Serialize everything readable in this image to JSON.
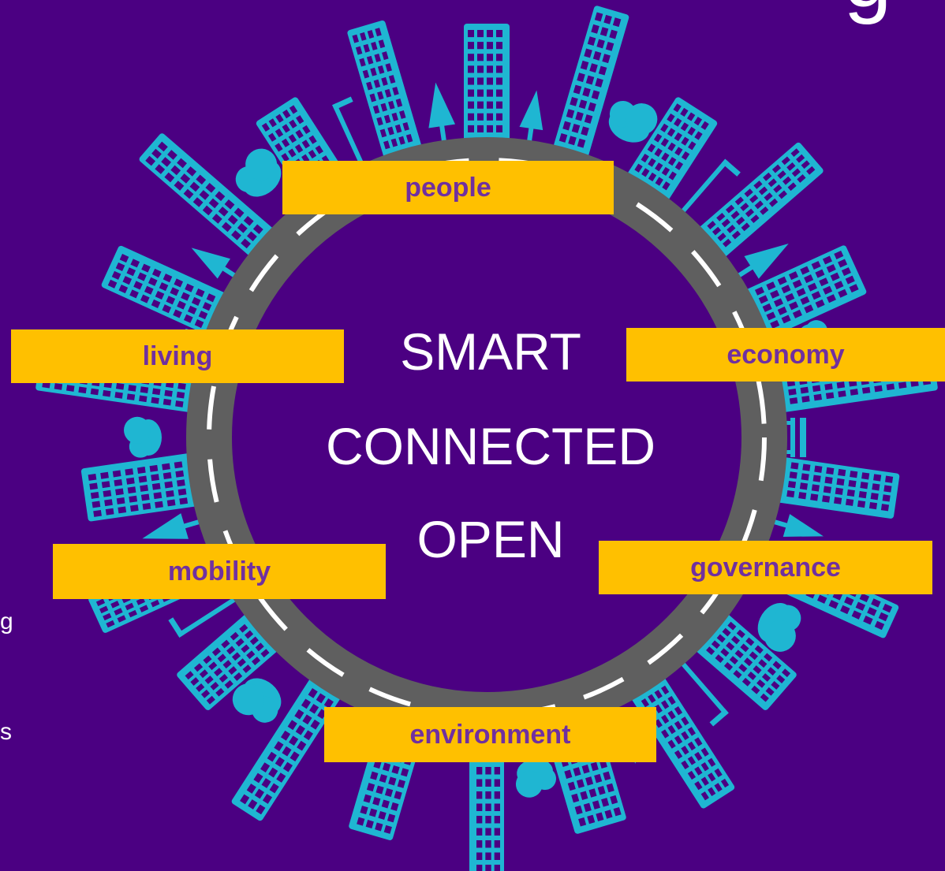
{
  "colors": {
    "background": "#4b0082",
    "buildings": "#1fb6d2",
    "road": "#5f5f5f",
    "road_dash": "#ffffff",
    "label_fill": "#ffc000",
    "label_text": "#7030a0"
  },
  "center": {
    "line1": "SMART",
    "line2": "CONNECTED",
    "line3": "OPEN"
  },
  "labels": {
    "people": "people",
    "living": "living",
    "economy": "economy",
    "mobility": "mobility",
    "governance": "governance",
    "environment": "environment"
  },
  "fragments": {
    "title_tail": "g",
    "side_g": "g",
    "side_s": "s"
  },
  "icons": [
    "building-icon",
    "tree-icon",
    "cloud-icon",
    "rain-cloud-icon",
    "street-lamp-icon",
    "bench-icon",
    "umbrella-icon"
  ]
}
